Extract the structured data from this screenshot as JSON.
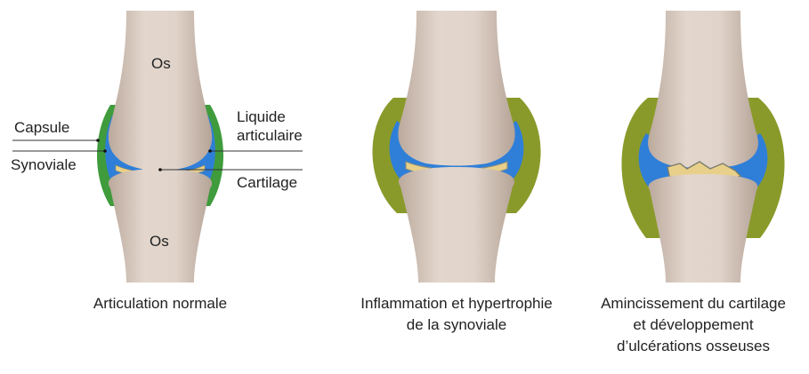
{
  "labels": {
    "os_top": "Os",
    "os_bottom": "Os",
    "capsule": "Capsule",
    "synoviale": "Synoviale",
    "liquide_line1": "Liquide",
    "liquide_line2": "articulaire",
    "cartilage": "Cartilage"
  },
  "captions": {
    "normal": [
      "Articulation normale"
    ],
    "inflammation": [
      "Inflammation et hypertrophie",
      "de la synoviale"
    ],
    "amincissement": [
      "Amincissement du cartilage",
      "et développement",
      "d’ulcérations osseuses"
    ]
  },
  "colors": {
    "bone": "#d9cbc0",
    "bone_shade": "#b9a89c",
    "capsule_green": "#3f9b3c",
    "synovial_olive": "#8a9a2a",
    "fluid_blue": "#2f7fd8",
    "cartilage_yellow": "#e8d08a"
  }
}
